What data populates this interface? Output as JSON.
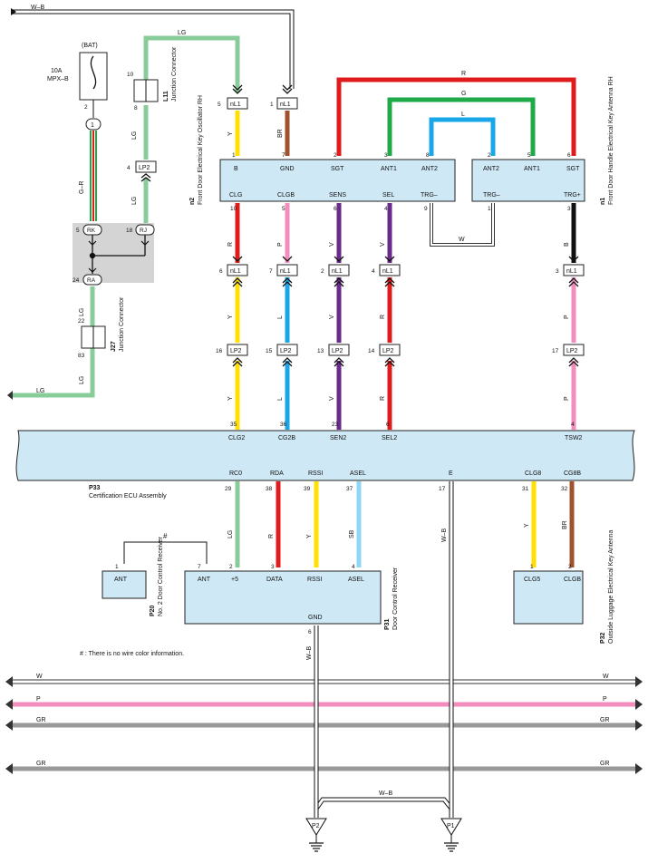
{
  "wires": {
    "top_w_b": "W–B",
    "lg_top": "LG",
    "lg_bottom": "LG",
    "r": "R",
    "g": "G",
    "l": "L",
    "w_loop": "W",
    "hash": "#",
    "w_b_e": "W–B",
    "w_b_gnd": "W–B",
    "w_b_join": "W–B",
    "y1": "Y",
    "br1": "BR",
    "r2": "R",
    "p2": "P",
    "v2": "V",
    "v3": "V",
    "b2": "B",
    "y3": "Y",
    "l3": "L",
    "v4": "V",
    "r4": "R",
    "p4": "P",
    "y5": "Y",
    "l5": "L",
    "v5": "V",
    "r5": "R",
    "p5": "P",
    "lg_rc0": "LG",
    "r_rda": "R",
    "y_rssi": "Y",
    "sb_asel": "SB",
    "y_clg8": "Y",
    "br_cg8b": "BR",
    "g_r": "G–R",
    "lg_left1": "LG",
    "lg_left2": "LG",
    "lg_left3": "LG",
    "lg_left4": "LG"
  },
  "bus": {
    "w": "W",
    "p": "P",
    "gr1": "GR",
    "gr2": "GR"
  },
  "fuse": {
    "bat": "(BAT)",
    "amp": "10A",
    "name": "MPX–B",
    "pin_top": "2"
  },
  "junction_l11": {
    "code": "L11",
    "name": "Junction Connector",
    "pin_top": "10",
    "pin_bottom": "8"
  },
  "junction_j27": {
    "code": "J27",
    "name": "Junction Connector",
    "pin_top": "22",
    "pin_bottom": "83"
  },
  "splices": {
    "one": "1",
    "rk": "RK",
    "rj": "RJ",
    "ra": "RA",
    "rk_pin": "5",
    "rj_pin": "18",
    "ra_pin": "24"
  },
  "connectors": {
    "nl1": "nL1",
    "lp2": "LP2"
  },
  "n2": {
    "code": "n2",
    "name": "Front Door Electrical Key Oscillator RH",
    "top_pins": [
      "1",
      "7",
      "2",
      "3",
      "8"
    ],
    "top_labels": [
      "B",
      "GND",
      "SGT",
      "ANT1",
      "ANT2"
    ],
    "bottom_pins": [
      "10",
      "5",
      "6",
      "4",
      "9"
    ],
    "bottom_labels": [
      "CLG",
      "CLGB",
      "SENS",
      "SEL",
      "TRG–"
    ]
  },
  "n1": {
    "code": "n1",
    "name": "Front Door Handle Electrical Key Antenna RH",
    "top_pins": [
      "2",
      "5",
      "6"
    ],
    "top_labels": [
      "ANT2",
      "ANT1",
      "SGT"
    ],
    "bottom_pins": [
      "1",
      "3"
    ],
    "bottom_labels": [
      "TRG–",
      "TRG+"
    ]
  },
  "nl1_pins": [
    "5",
    "1",
    "6",
    "7",
    "2",
    "4",
    "3"
  ],
  "lp2_pins": [
    "4",
    "16",
    "15",
    "13",
    "14",
    "17"
  ],
  "ecu": {
    "code": "P33",
    "name": "Certification ECU Assembly",
    "top_pins": [
      "35",
      "36",
      "23",
      "6",
      "4"
    ],
    "top_labels": [
      "CLG2",
      "CG2B",
      "SEN2",
      "SEL2",
      "TSW2"
    ],
    "bottom_pins": [
      "29",
      "38",
      "39",
      "37",
      "17",
      "31",
      "32"
    ],
    "bottom_labels": [
      "RC0",
      "RDA",
      "RSSI",
      "ASEL",
      "E",
      "CLG8",
      "CG8B"
    ]
  },
  "p20": {
    "code": "P20",
    "name": "No. 2 Door Control Receiver",
    "pin": "1",
    "label": "ANT"
  },
  "p31": {
    "code": "P31",
    "name": "Door Control Receiver",
    "pins": [
      "7",
      "2",
      "3",
      "4"
    ],
    "labels": [
      "ANT",
      "+5",
      "DATA",
      "RSSI",
      "ASEL"
    ],
    "gnd_label": "GND",
    "gnd_pin": "6"
  },
  "p32": {
    "code": "P32",
    "name": "Outside Luggage Electrical Key Antenna",
    "pins": [
      "1",
      "2"
    ],
    "labels": [
      "CLG5",
      "CLGB"
    ]
  },
  "grounds": {
    "p2": "P2",
    "p1": "P1"
  },
  "note": "# : There is no wire color information.",
  "colors": {
    "LG": "#88cc99",
    "Y": "#ffe000",
    "BR": "#a0522d",
    "R": "#e01b1b",
    "G": "#1faa4a",
    "L": "#1aa7e8",
    "P": "#f28dbd",
    "V": "#6a2a8c",
    "B": "#111111",
    "SB": "#8fd6f5",
    "GR": "#999999",
    "box_fill": "#cfe8f5",
    "splice_fill": "#d4d4d4"
  }
}
